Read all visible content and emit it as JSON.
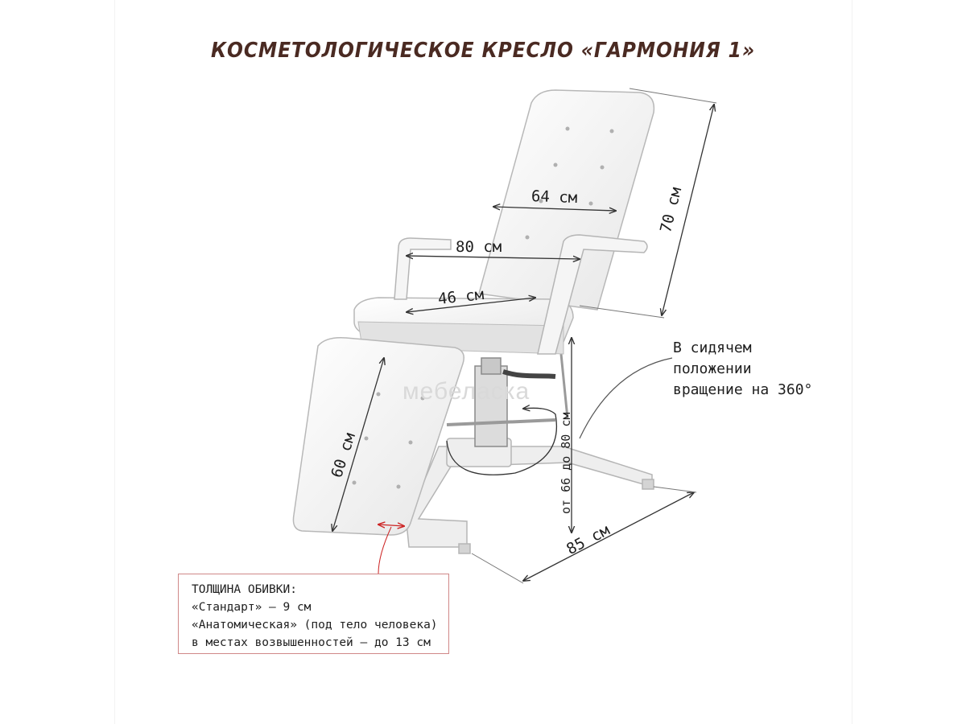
{
  "title": "КОСМЕТОЛОГИЧЕСКОЕ КРЕСЛО «ГАРМОНИЯ 1»",
  "dimensions": {
    "backrest_width": "64 см",
    "armrest_width": "80 см",
    "seat_width": "46 см",
    "back_height": "70 см",
    "leg_length": "60 см",
    "seat_height": "от 66 до 80 см",
    "base_length": "85 см"
  },
  "rotation_note": {
    "line1": "В сидячем",
    "line2": "положении",
    "line3": "вращение на 360°"
  },
  "upholstery_box": {
    "heading": "ТОЛЩИНА ОБИВКИ:",
    "line1": "«Стандарт» – 9 см",
    "line2": "«Анатомическая» (под тело человека)",
    "line3": "в местах возвышенностей – до 13 см"
  },
  "watermark": "мебеласка",
  "colors": {
    "title": "#4a2a22",
    "chair": "#f4f4f4",
    "outline": "#b8b8b8",
    "dimension_line": "#333333",
    "note_border": "#d08888",
    "accent_arrow": "#cc2222"
  }
}
